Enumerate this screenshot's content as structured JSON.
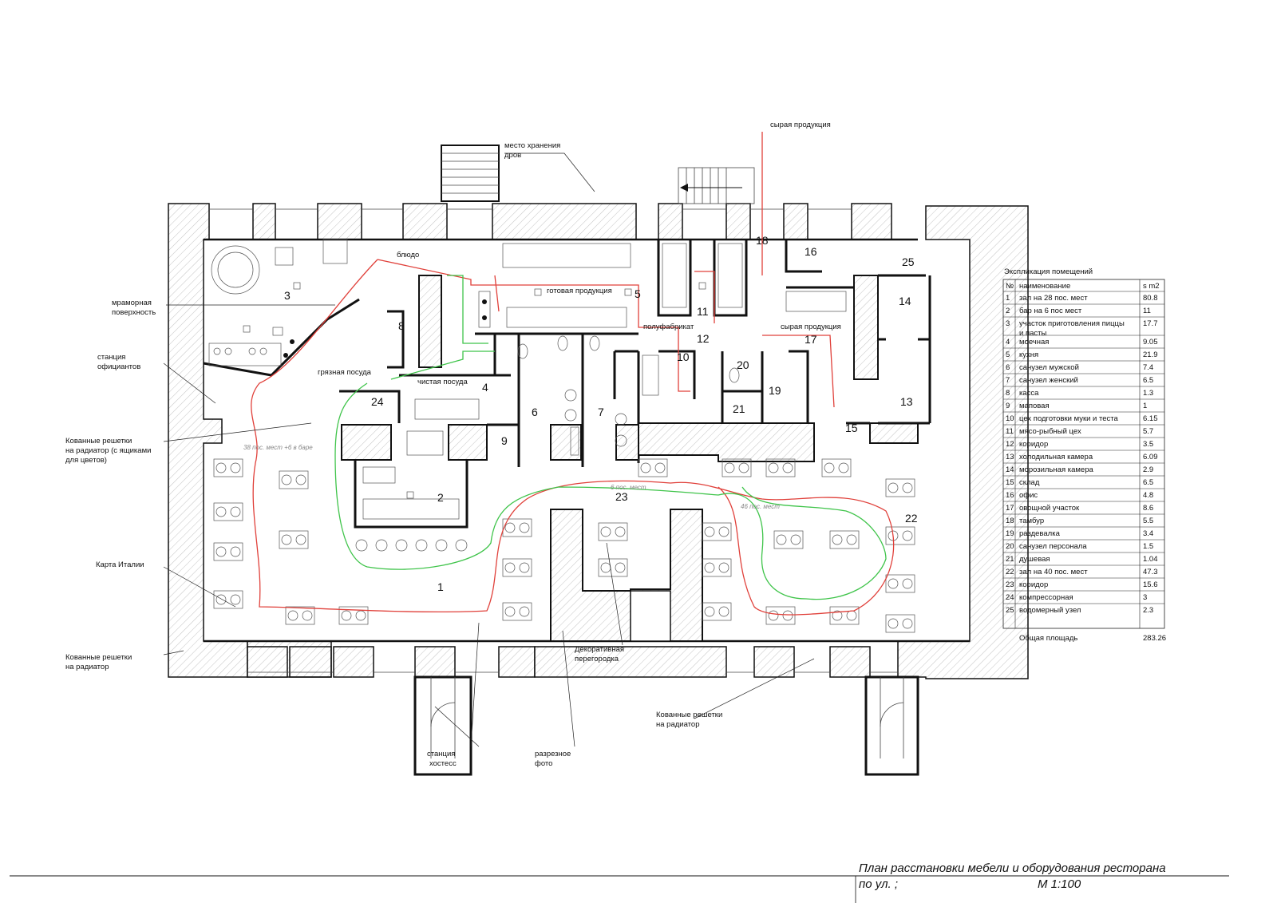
{
  "title_line1": "План расстановки мебели и оборудования ресторана",
  "title_line2": "по ул. ;",
  "scale": "М 1:100",
  "explication": {
    "title": "Экспликация помещений",
    "headers": [
      "№",
      "наименование",
      "s m2"
    ],
    "rows": [
      [
        "1",
        "зал на 28 пос. мест",
        "80.8"
      ],
      [
        "2",
        "бар на 6 пос мест",
        "11"
      ],
      [
        "3",
        "участок приготовления пиццы",
        "17.7"
      ],
      [
        "",
        "и пасты",
        ""
      ],
      [
        "4",
        "моечная",
        "9.05"
      ],
      [
        "5",
        "кухня",
        "21.9"
      ],
      [
        "6",
        "санузел мужской",
        "7.4"
      ],
      [
        "7",
        "санузел женский",
        "6.5"
      ],
      [
        "8",
        "касса",
        "1.3"
      ],
      [
        "9",
        "маповая",
        "1"
      ],
      [
        "10",
        "цех подготовки муки и теста",
        "6.15"
      ],
      [
        "11",
        "мясо-рыбный цех",
        "5.7"
      ],
      [
        "12",
        "коридор",
        "3.5"
      ],
      [
        "13",
        "холодильная камера",
        "6.09"
      ],
      [
        "14",
        "морозильная камера",
        "2.9"
      ],
      [
        "15",
        "склад",
        "6.5"
      ],
      [
        "16",
        "офис",
        "4.8"
      ],
      [
        "17",
        "овощной участок",
        "8.6"
      ],
      [
        "18",
        "тамбур",
        "5.5"
      ],
      [
        "19",
        "раздевалка",
        "3.4"
      ],
      [
        "20",
        "санузел персонала",
        "1.5"
      ],
      [
        "21",
        "душевая",
        "1.04"
      ],
      [
        "22",
        "зал на 40 пос. мест",
        "47.3"
      ],
      [
        "23",
        "коридор",
        "15.6"
      ],
      [
        "24",
        "компрессорная",
        "3"
      ],
      [
        "25",
        "водомерный узел",
        "2.3"
      ]
    ],
    "total_label": "Общая площадь",
    "total_value": "283.26"
  },
  "callouts": {
    "wood_storage_1": "место хранения",
    "wood_storage_2": "дров",
    "raw_product_top": "сырая продукция",
    "raw_product_mid": "сырая продукция",
    "dish": "блюдо",
    "ready_product": "готовая продукция",
    "semi_product": "полуфабрикат",
    "dirty_dishes": "грязная посуда",
    "clean_dishes": "чистая посуда",
    "marble_1": "мраморная",
    "marble_2": "поверхность",
    "waiter_1": "станция",
    "waiter_2": "официантов",
    "grille_flowers_1": "Кованные решетки",
    "grille_flowers_2": "на радиатор (с ящиками",
    "grille_flowers_3": "для цветов)",
    "italy_map": "Карта Италии",
    "grille_left_1": "Кованные решетки",
    "grille_left_2": "на радиатор",
    "hostess_1": "станция",
    "hostess_2": "хостесс",
    "photo_1": "разрезное",
    "photo_2": "фото",
    "partition_1": "Декоративная",
    "partition_2": "перегородка",
    "grille_bottom_1": "Кованные решетки",
    "grille_bottom_2": "на радиатор",
    "seats_bar_note": "38 пос. мест +6 в баре",
    "seats_6_note": "6 пос. мест",
    "seats_46_note": "46 пос. мест"
  },
  "room_numbers": {
    "r1": "1",
    "r2": "2",
    "r3": "3",
    "r4": "4",
    "r5": "5",
    "r6": "6",
    "r7": "7",
    "r8": "8",
    "r9": "9",
    "r10": "10",
    "r11": "11",
    "r12": "12",
    "r13": "13",
    "r14": "14",
    "r15": "15",
    "r16": "16",
    "r17": "17",
    "r18": "18",
    "r19": "19",
    "r20": "20",
    "r21": "21",
    "r22": "22",
    "r23": "23",
    "r24": "24",
    "r25": "25"
  },
  "colors": {
    "flow_red": "#e0403a",
    "flow_green": "#3fc44a",
    "wall": "#111111"
  }
}
